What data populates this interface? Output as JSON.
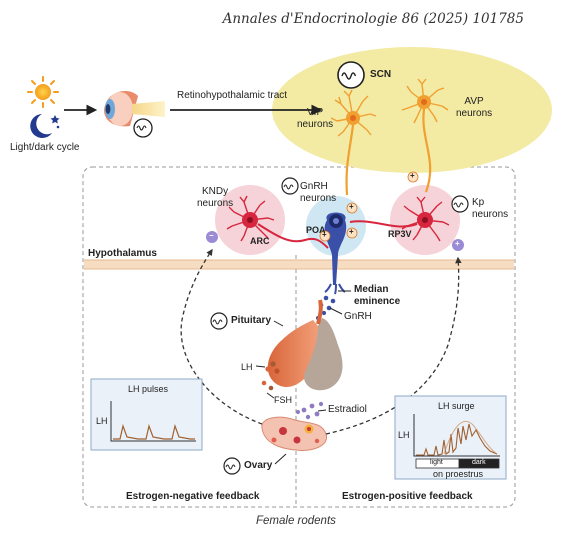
{
  "header": {
    "journal_citation": "Annales d'Endocrinologie 86 (2025) 101785"
  },
  "inputs": {
    "light_dark_label": "Light/dark cycle",
    "tract_label": "Retinohypothalamic tract"
  },
  "scn": {
    "label": "SCN",
    "vip_label": "VIP\nneurons",
    "avp_label": "AVP\nneurons"
  },
  "hypothalamus": {
    "region_label": "Hypothalamus",
    "kndy_label": "KNDy\nneurons",
    "arc_label": "ARC",
    "gnrh_neurons_label": "GnRH\nneurons",
    "poa_label": "POA",
    "rp3v_label": "RP3V",
    "kp_label": "Kp\nneurons",
    "median_eminence_label": "Median\neminence",
    "gnrh_label": "GnRH"
  },
  "signs": {
    "plus": "+",
    "minus": "−"
  },
  "pituitary": {
    "label": "Pituitary",
    "lh_label": "LH",
    "fsh_label": "FSH"
  },
  "ovary": {
    "label": "Ovary",
    "estradiol_label": "Estradiol"
  },
  "lh_pulses_panel": {
    "title": "LH pulses",
    "y_label": "LH"
  },
  "lh_surge_panel": {
    "title": "LH surge",
    "y_label": "LH",
    "light_label": "light",
    "dark_label": "dark",
    "note": "on proestrus"
  },
  "feedback": {
    "negative_label": "Estrogen-negative feedback",
    "positive_label": "Estrogen-positive feedback"
  },
  "figure_caption": "Female rodents",
  "colors": {
    "scn_fill": "#f3eaa3",
    "neuron_orange": "#f0a030",
    "neuron_red": "#d7263d",
    "pink_halo": "#f6d3d8",
    "poa_halo": "#cfe7f3",
    "gnrh_blue": "#3a4fa8",
    "hypothalamus_band": "#f6dcc0",
    "panel_fill": "#eaf1f9",
    "panel_border": "#8fa9c8",
    "pituitary_orange": "#e9875a",
    "pituitary_grey": "#b6a69a",
    "trace_brown": "#a1612f",
    "estradiol_purple": "#8f7bc2"
  }
}
